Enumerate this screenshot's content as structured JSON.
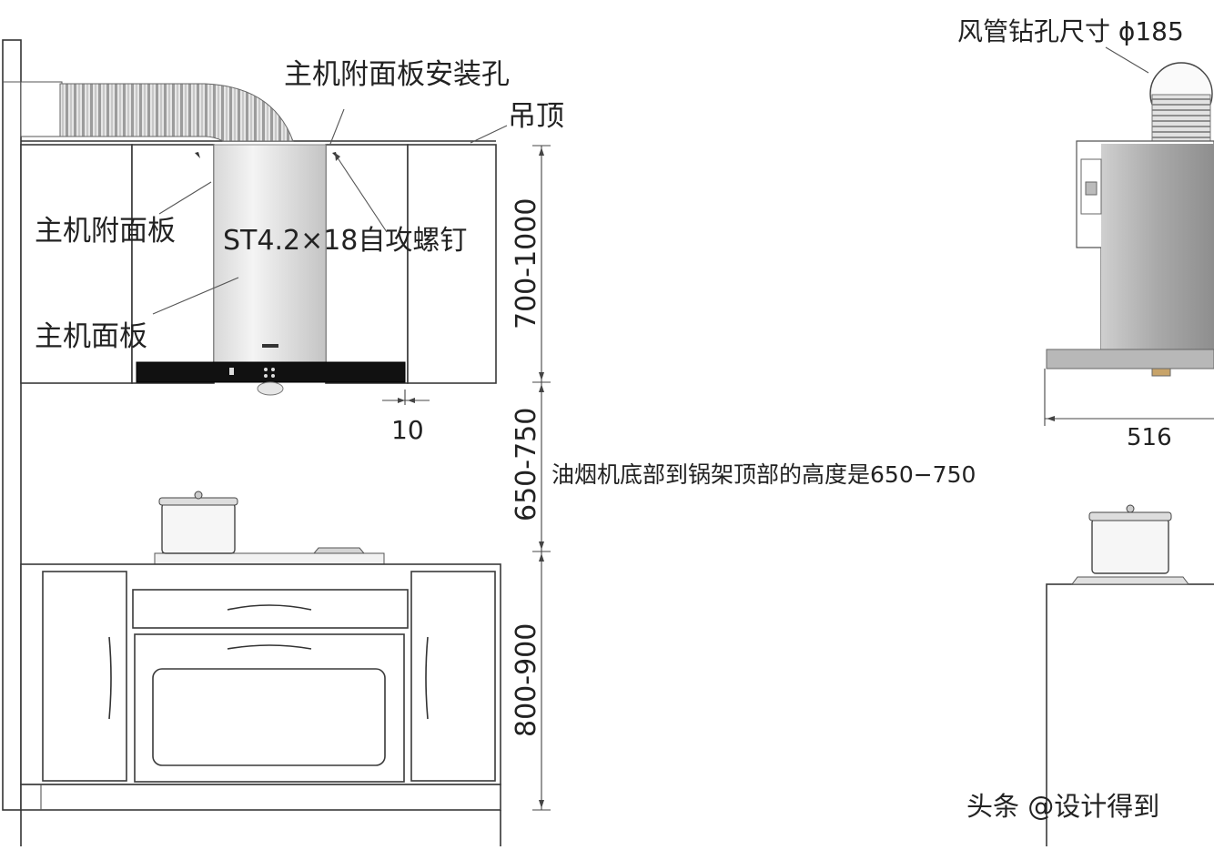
{
  "labels": {
    "duct_hole": "风管钻孔尺寸 ϕ185",
    "panel_hole": "主机附面板安装孔",
    "ceiling": "吊顶",
    "aux_panel": "主机附面板",
    "screw": "ST4.2×18自攻螺钉",
    "main_panel": "主机面板",
    "gap": "10",
    "depth": "516",
    "note": "油烟机底部到锅架顶部的高度是650−750",
    "watermark": "头条 @设计得到"
  },
  "dimensions": {
    "upper": "700-1000",
    "middle": "650-750",
    "lower": "800-900"
  }
}
